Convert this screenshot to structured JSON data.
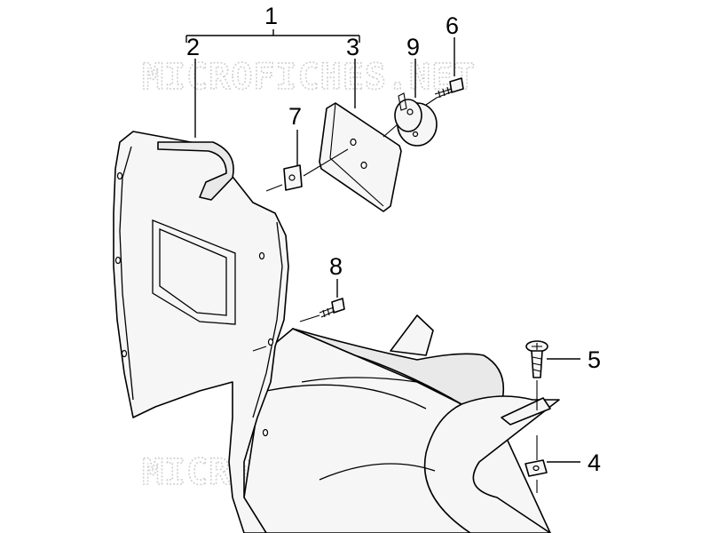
{
  "watermark": {
    "text": "MICROFICHES.NET"
  },
  "callouts": {
    "c1": "1",
    "c2": "2",
    "c3": "3",
    "c4": "4",
    "c5": "5",
    "c6": "6",
    "c7": "7",
    "c8": "8",
    "c9": "9"
  }
}
